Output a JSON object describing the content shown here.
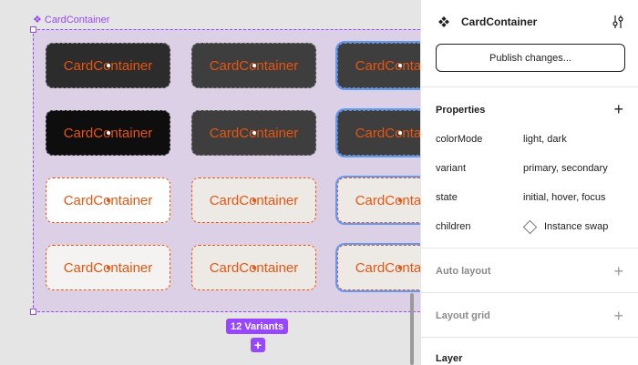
{
  "canvas": {
    "frame_label": "CardContainer",
    "card_text": "CardContainer",
    "variants_badge": "12 Variants",
    "add_variant_symbol": "+"
  },
  "panel": {
    "component_title": "CardContainer",
    "publish_button": "Publish changes...",
    "properties": {
      "title": "Properties",
      "rows": [
        {
          "name": "colorMode",
          "value": "light, dark"
        },
        {
          "name": "variant",
          "value": "primary, secondary"
        },
        {
          "name": "state",
          "value": "initial, hover, focus"
        },
        {
          "name": "children",
          "value": "Instance swap"
        }
      ]
    },
    "auto_layout": {
      "title": "Auto layout"
    },
    "layout_grid": {
      "title": "Layout grid"
    },
    "layer": {
      "title": "Layer"
    }
  },
  "colors": {
    "accent": "#9747ff",
    "card_text": "#e8550f",
    "focus_ring": "#5b9bff"
  },
  "icons": [
    "component-icon",
    "tune-icon",
    "plus-icon",
    "instance-swap-icon"
  ]
}
